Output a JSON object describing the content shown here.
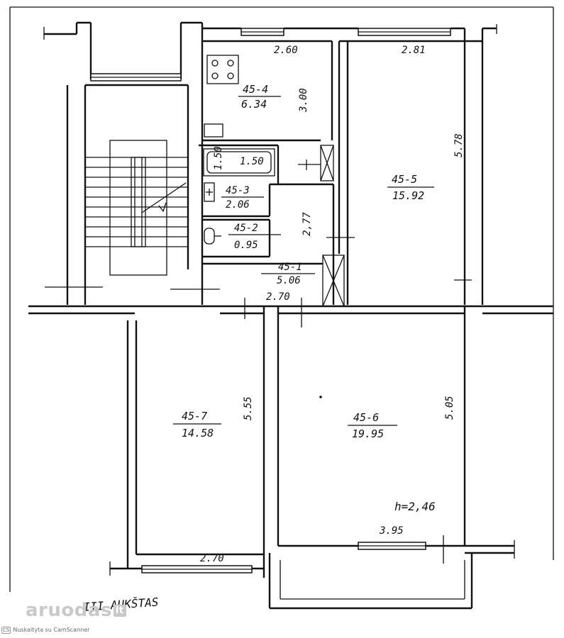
{
  "plan": {
    "floor_label": "III AUKŠTAS",
    "height_note": "h=2,46",
    "rooms": [
      {
        "id": "45-1",
        "area": "5.06"
      },
      {
        "id": "45-2",
        "area": "0.95"
      },
      {
        "id": "45-3",
        "area": "2.06"
      },
      {
        "id": "45-4",
        "area": "6.34"
      },
      {
        "id": "45-5",
        "area": "15.92"
      },
      {
        "id": "45-6",
        "area": "19.95"
      },
      {
        "id": "45-7",
        "area": "14.58"
      }
    ],
    "dimensions": {
      "kitchen_width": "2.60",
      "kitchen_depth": "3.00",
      "room5_width": "2.81",
      "room5_depth": "5.78",
      "bath_width": "1.50",
      "bath_depth": "1.50",
      "hall_depth": "2,77",
      "hall_width": "2.70",
      "room6_depth": "5.05",
      "room6_width": "3.95",
      "room7_depth": "5.55",
      "room7_width": "2.70"
    }
  },
  "watermark": {
    "text": "aruodas",
    "suffix": "lt"
  },
  "stamp": {
    "badge": "CS",
    "text": "Nuskaityta su CamScanner"
  }
}
